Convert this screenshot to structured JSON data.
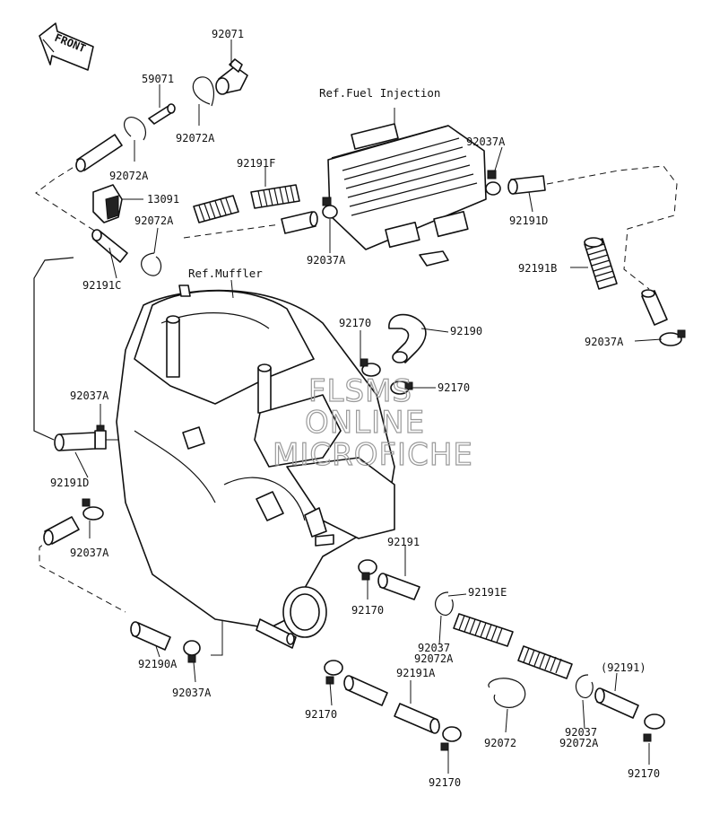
{
  "diagram": {
    "front_label": "FRONT",
    "refs": {
      "fuel_injection": "Ref.Fuel Injection",
      "muffler": "Ref.Muffler"
    },
    "watermark": [
      "FLSMS",
      "ONLINE",
      "MICROFICHE"
    ],
    "callouts": [
      {
        "id": "c-92071",
        "text": "92071"
      },
      {
        "id": "c-59071",
        "text": "59071"
      },
      {
        "id": "c-92072A-1",
        "text": "92072A"
      },
      {
        "id": "c-92072A-2",
        "text": "92072A"
      },
      {
        "id": "c-13091",
        "text": "13091"
      },
      {
        "id": "c-92072A-3",
        "text": "92072A"
      },
      {
        "id": "c-92191C",
        "text": "92191C"
      },
      {
        "id": "c-92191F",
        "text": "92191F"
      },
      {
        "id": "c-92037A-1",
        "text": "92037A"
      },
      {
        "id": "c-92037A-2",
        "text": "92037A"
      },
      {
        "id": "c-92191D-1",
        "text": "92191D"
      },
      {
        "id": "c-92191B",
        "text": "92191B"
      },
      {
        "id": "c-92037A-3",
        "text": "92037A"
      },
      {
        "id": "c-92170-1",
        "text": "92170"
      },
      {
        "id": "c-92190",
        "text": "92190"
      },
      {
        "id": "c-92170-2",
        "text": "92170"
      },
      {
        "id": "c-92037A-4",
        "text": "92037A"
      },
      {
        "id": "c-92191D-2",
        "text": "92191D"
      },
      {
        "id": "c-92037A-5",
        "text": "92037A"
      },
      {
        "id": "c-92191",
        "text": "92191"
      },
      {
        "id": "c-92170-3",
        "text": "92170"
      },
      {
        "id": "c-92191E",
        "text": "92191E"
      },
      {
        "id": "c-92037-1",
        "text": "92037"
      },
      {
        "id": "c-92072A-4",
        "text": "92072A"
      },
      {
        "id": "c-92190A",
        "text": "92190A"
      },
      {
        "id": "c-92037A-6",
        "text": "92037A"
      },
      {
        "id": "c-92191A",
        "text": "92191A"
      },
      {
        "id": "c-92072",
        "text": "92072"
      },
      {
        "id": "c-92191-paren",
        "text": "(92191)"
      },
      {
        "id": "c-92037-2",
        "text": "92037"
      },
      {
        "id": "c-92072A-5",
        "text": "92072A"
      },
      {
        "id": "c-92170-4",
        "text": "92170"
      },
      {
        "id": "c-92170-5",
        "text": "92170"
      },
      {
        "id": "c-92170-6",
        "text": "92170"
      }
    ]
  }
}
